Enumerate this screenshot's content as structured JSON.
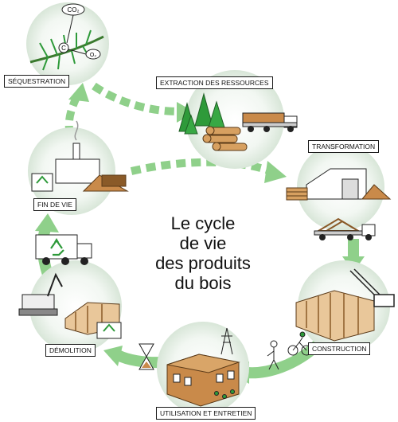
{
  "title": {
    "line1": "Le cycle",
    "line2": "de vie",
    "line3": "des produits",
    "line4": "du bois"
  },
  "stages": {
    "sequestration": "SÉQUESTRATION",
    "extraction": "EXTRACTION DES RESSOURCES",
    "transformation": "TRANSFORMATION",
    "construction": "CONSTRUCTION",
    "utilisation": "UTILISATION ET ENTRETIEN",
    "demolition": "DÉMOLITION",
    "fin_de_vie": "FIN DE VIE"
  },
  "molecules": {
    "co2": "CO₂",
    "c": "C",
    "o2": "O₂"
  },
  "colors": {
    "arrow": "#8fd08a",
    "accent_green": "#2e9a3a",
    "wood": "#c98a4a",
    "sky": "#e8f3e8"
  },
  "icons": {
    "recycle": "recycle-icon"
  }
}
